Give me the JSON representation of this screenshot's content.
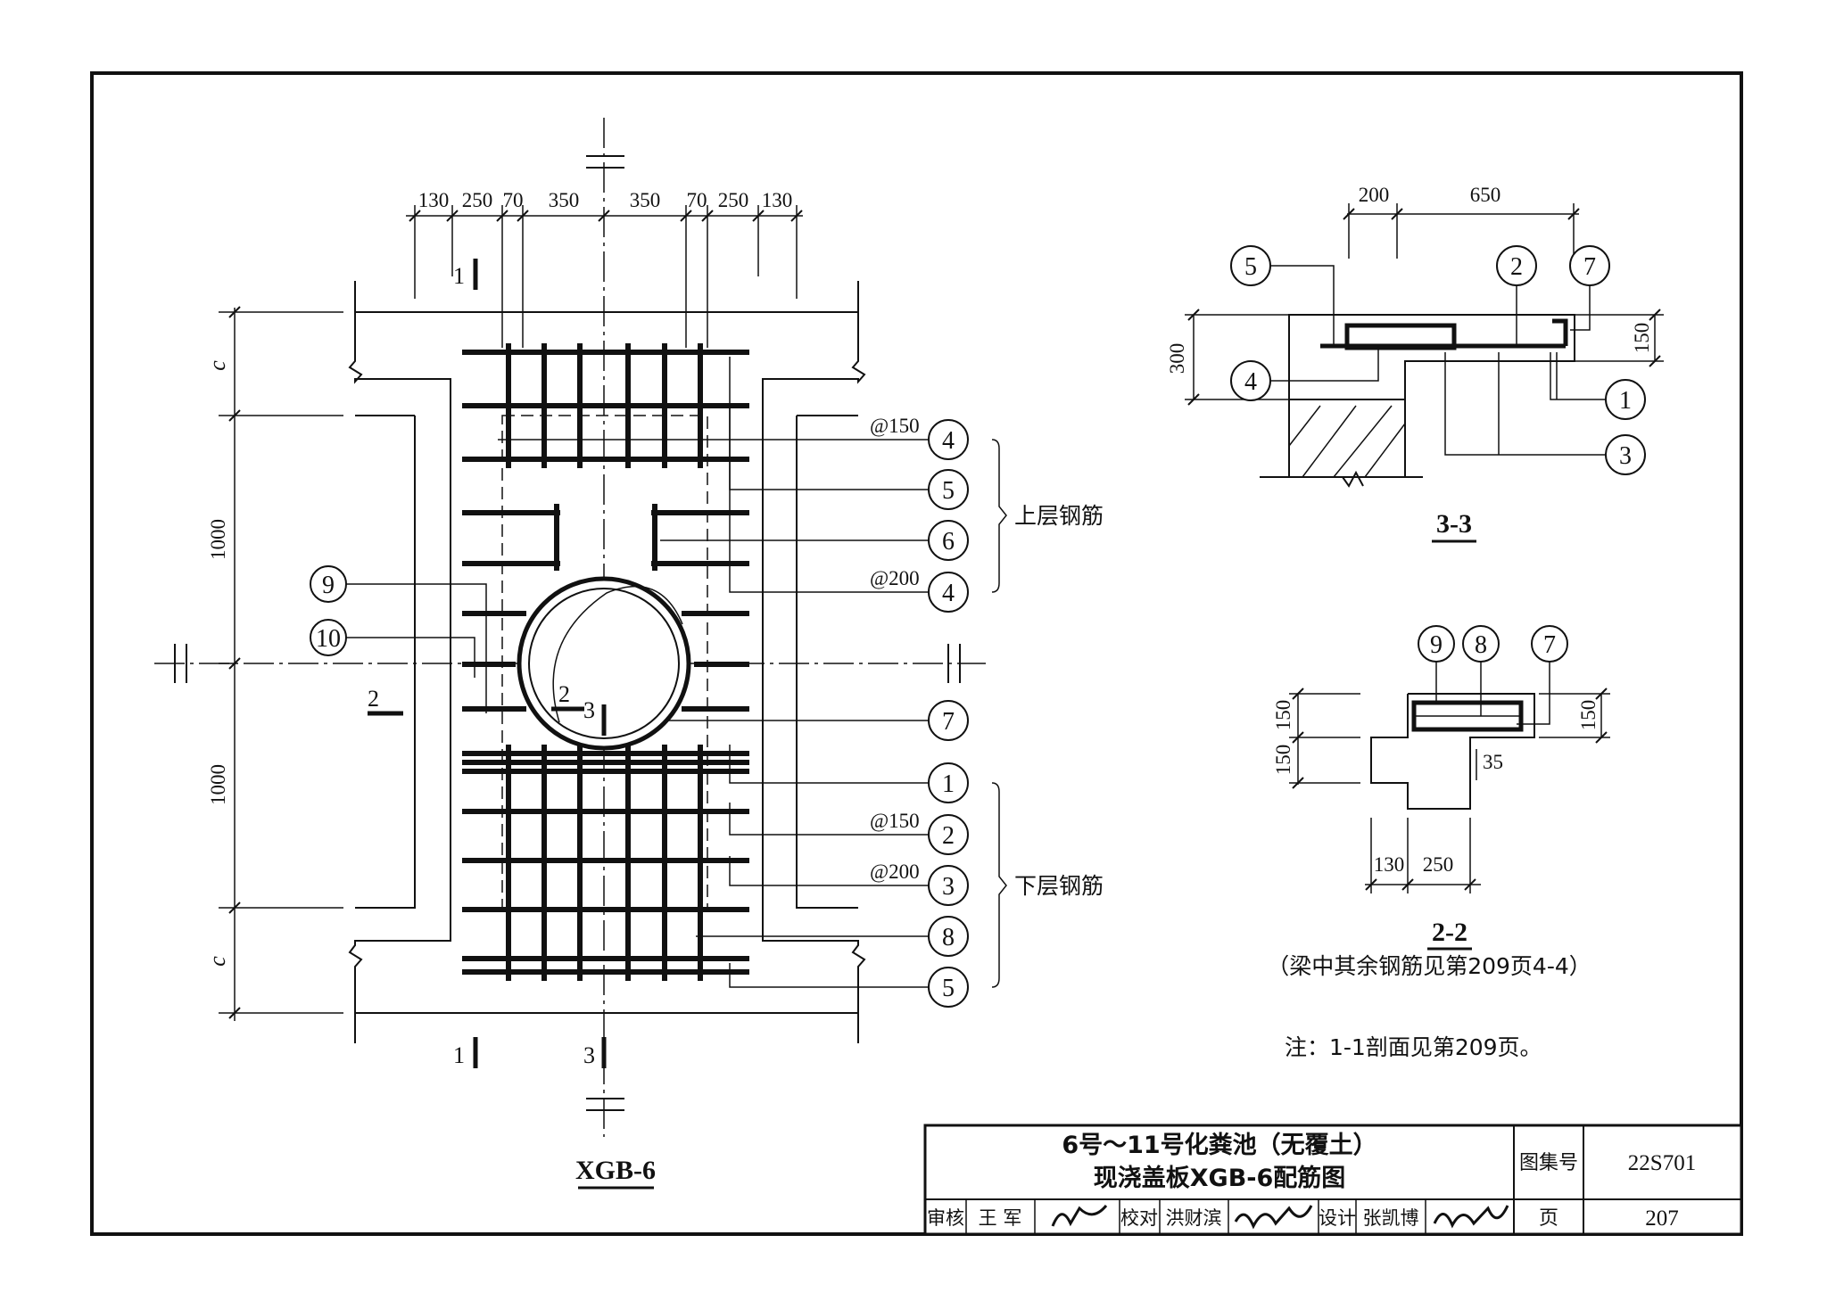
{
  "main_plan": {
    "title": "XGB-6",
    "top_dimensions": [
      "130",
      "250",
      "70",
      "350",
      "350",
      "70",
      "250",
      "130"
    ],
    "left_dimensions": [
      "c",
      "1000",
      "1000",
      "c"
    ],
    "section_marks": {
      "s1": "1",
      "s2": "2",
      "s3": "3"
    },
    "spacings": [
      "@150",
      "@200",
      "@150",
      "@200"
    ],
    "callouts_left": [
      "9",
      "10"
    ],
    "callouts_upper": [
      "4",
      "5",
      "6",
      "4"
    ],
    "callout_mid": "7",
    "callouts_lower": [
      "1",
      "2",
      "3",
      "8",
      "5"
    ],
    "upper_group_label": "上层钢筋",
    "lower_group_label": "下层钢筋"
  },
  "section_3_3": {
    "title": "3-3",
    "dims": [
      "200",
      "650",
      "300",
      "150"
    ],
    "callouts": [
      "5",
      "2",
      "7",
      "4",
      "1",
      "3"
    ]
  },
  "section_2_2": {
    "title": "2-2",
    "note": "（梁中其余钢筋见第209页4-4）",
    "dims": [
      "150",
      "150",
      "150",
      "35",
      "130",
      "250"
    ],
    "callouts": [
      "9",
      "8",
      "7"
    ]
  },
  "general_note": "注：1-1剖面见第209页。",
  "title_block": {
    "title_line1": "6号～11号化粪池（无覆土）",
    "title_line2": "现浇盖板XGB-6配筋图",
    "atlas_label": "图集号",
    "atlas_no": "22S701",
    "page_label": "页",
    "page_no": "207",
    "review_label": "审核",
    "review_name": "王 军",
    "check_label": "校对",
    "check_name": "洪财滨",
    "design_label": "设计",
    "design_name": "张凯博"
  }
}
